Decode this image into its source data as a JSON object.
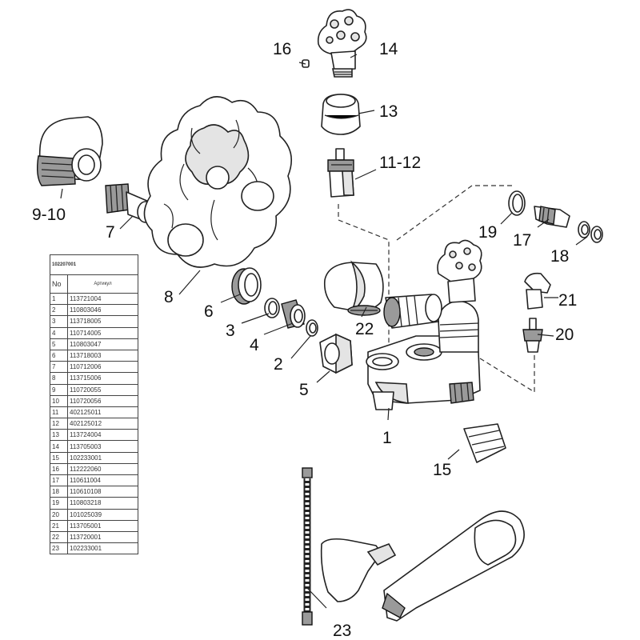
{
  "callouts": {
    "c1": "1",
    "c2": "2",
    "c3": "3",
    "c4": "4",
    "c5": "5",
    "c6": "6",
    "c7": "7",
    "c8": "8",
    "c9_10": "9-10",
    "c11_12": "11-12",
    "c13": "13",
    "c14": "14",
    "c15": "15",
    "c16": "16",
    "c17": "17",
    "c18": "18",
    "c19": "19",
    "c20": "20",
    "c21": "21",
    "c22": "22",
    "c23": "23"
  },
  "table": {
    "title": "102207001",
    "col_no": "No",
    "col_article": "Артикул",
    "rows": [
      {
        "no": "1",
        "article": "113721004"
      },
      {
        "no": "2",
        "article": "110803046"
      },
      {
        "no": "3",
        "article": "113718005"
      },
      {
        "no": "4",
        "article": "110714005"
      },
      {
        "no": "5",
        "article": "110803047"
      },
      {
        "no": "6",
        "article": "113718003"
      },
      {
        "no": "7",
        "article": "110712006"
      },
      {
        "no": "8",
        "article": "113715006"
      },
      {
        "no": "9",
        "article": "110720055"
      },
      {
        "no": "10",
        "article": "110720056"
      },
      {
        "no": "11",
        "article": "402125011"
      },
      {
        "no": "12",
        "article": "402125012"
      },
      {
        "no": "13",
        "article": "113724004"
      },
      {
        "no": "14",
        "article": "113705003"
      },
      {
        "no": "15",
        "article": "102233001"
      },
      {
        "no": "16",
        "article": "112222060"
      },
      {
        "no": "17",
        "article": "110611004"
      },
      {
        "no": "18",
        "article": "110610108"
      },
      {
        "no": "19",
        "article": "110803218"
      },
      {
        "no": "20",
        "article": "101025039"
      },
      {
        "no": "21",
        "article": "113705001"
      },
      {
        "no": "22",
        "article": "113720001"
      },
      {
        "no": "23",
        "article": "102233001"
      }
    ]
  }
}
